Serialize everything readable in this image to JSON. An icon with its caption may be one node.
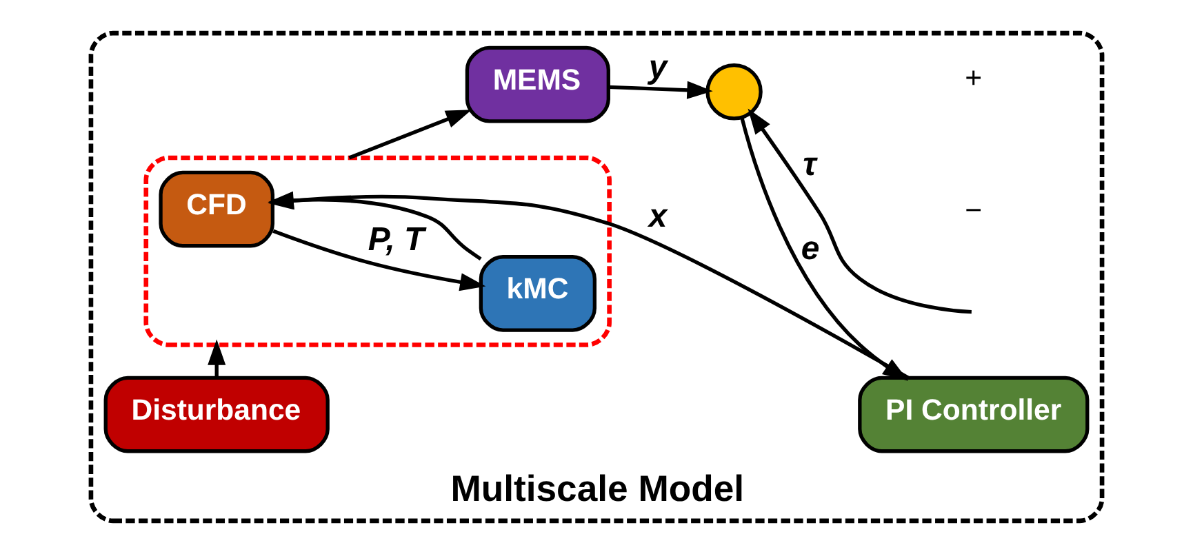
{
  "diagram": {
    "nodes": [
      {
        "text": [
          "Multiscale Model"
        ]
      },
      {
        "text": [
          "PI Controller"
        ],
        "in": 0
      },
      {
        "text": [],
        "shape": "box",
        "in": 0
      },
      {
        "text": [
          "Disturbance"
        ],
        "in": 0
      },
      {
        "text": [
          "CFD"
        ],
        "in": 2
      },
      {
        "text": [
          "kMC"
        ],
        "in": 2
      },
      {
        "text": [
          "MEMS"
        ],
        "in": 0
      },
      {
        "text": [],
        "shape": "circle",
        "in": 0
      }
    ],
    "edges": [
      {
        "from": 1,
        "to": 4,
        "arrow": "to",
        "label": "x"
      },
      {
        "from": 4,
        "to": 5,
        "arrow": "to",
        "label": "P, T"
      },
      {
        "from": 5,
        "to": 4,
        "arrow": "to"
      },
      {
        "from": 3,
        "to": 2,
        "arrow": "to"
      },
      {
        "from": 2,
        "to": 6,
        "arrow": "to"
      },
      {
        "from": 6,
        "to": 7,
        "arrow": "to",
        "label": "y"
      },
      {
        "from": null,
        "to": 7,
        "arrow": "to",
        "label": "τ"
      },
      {
        "from": 7,
        "to": 1,
        "arrow": "to",
        "label": "e"
      }
    ],
    "labels": [
      "−",
      "+"
    ]
  }
}
